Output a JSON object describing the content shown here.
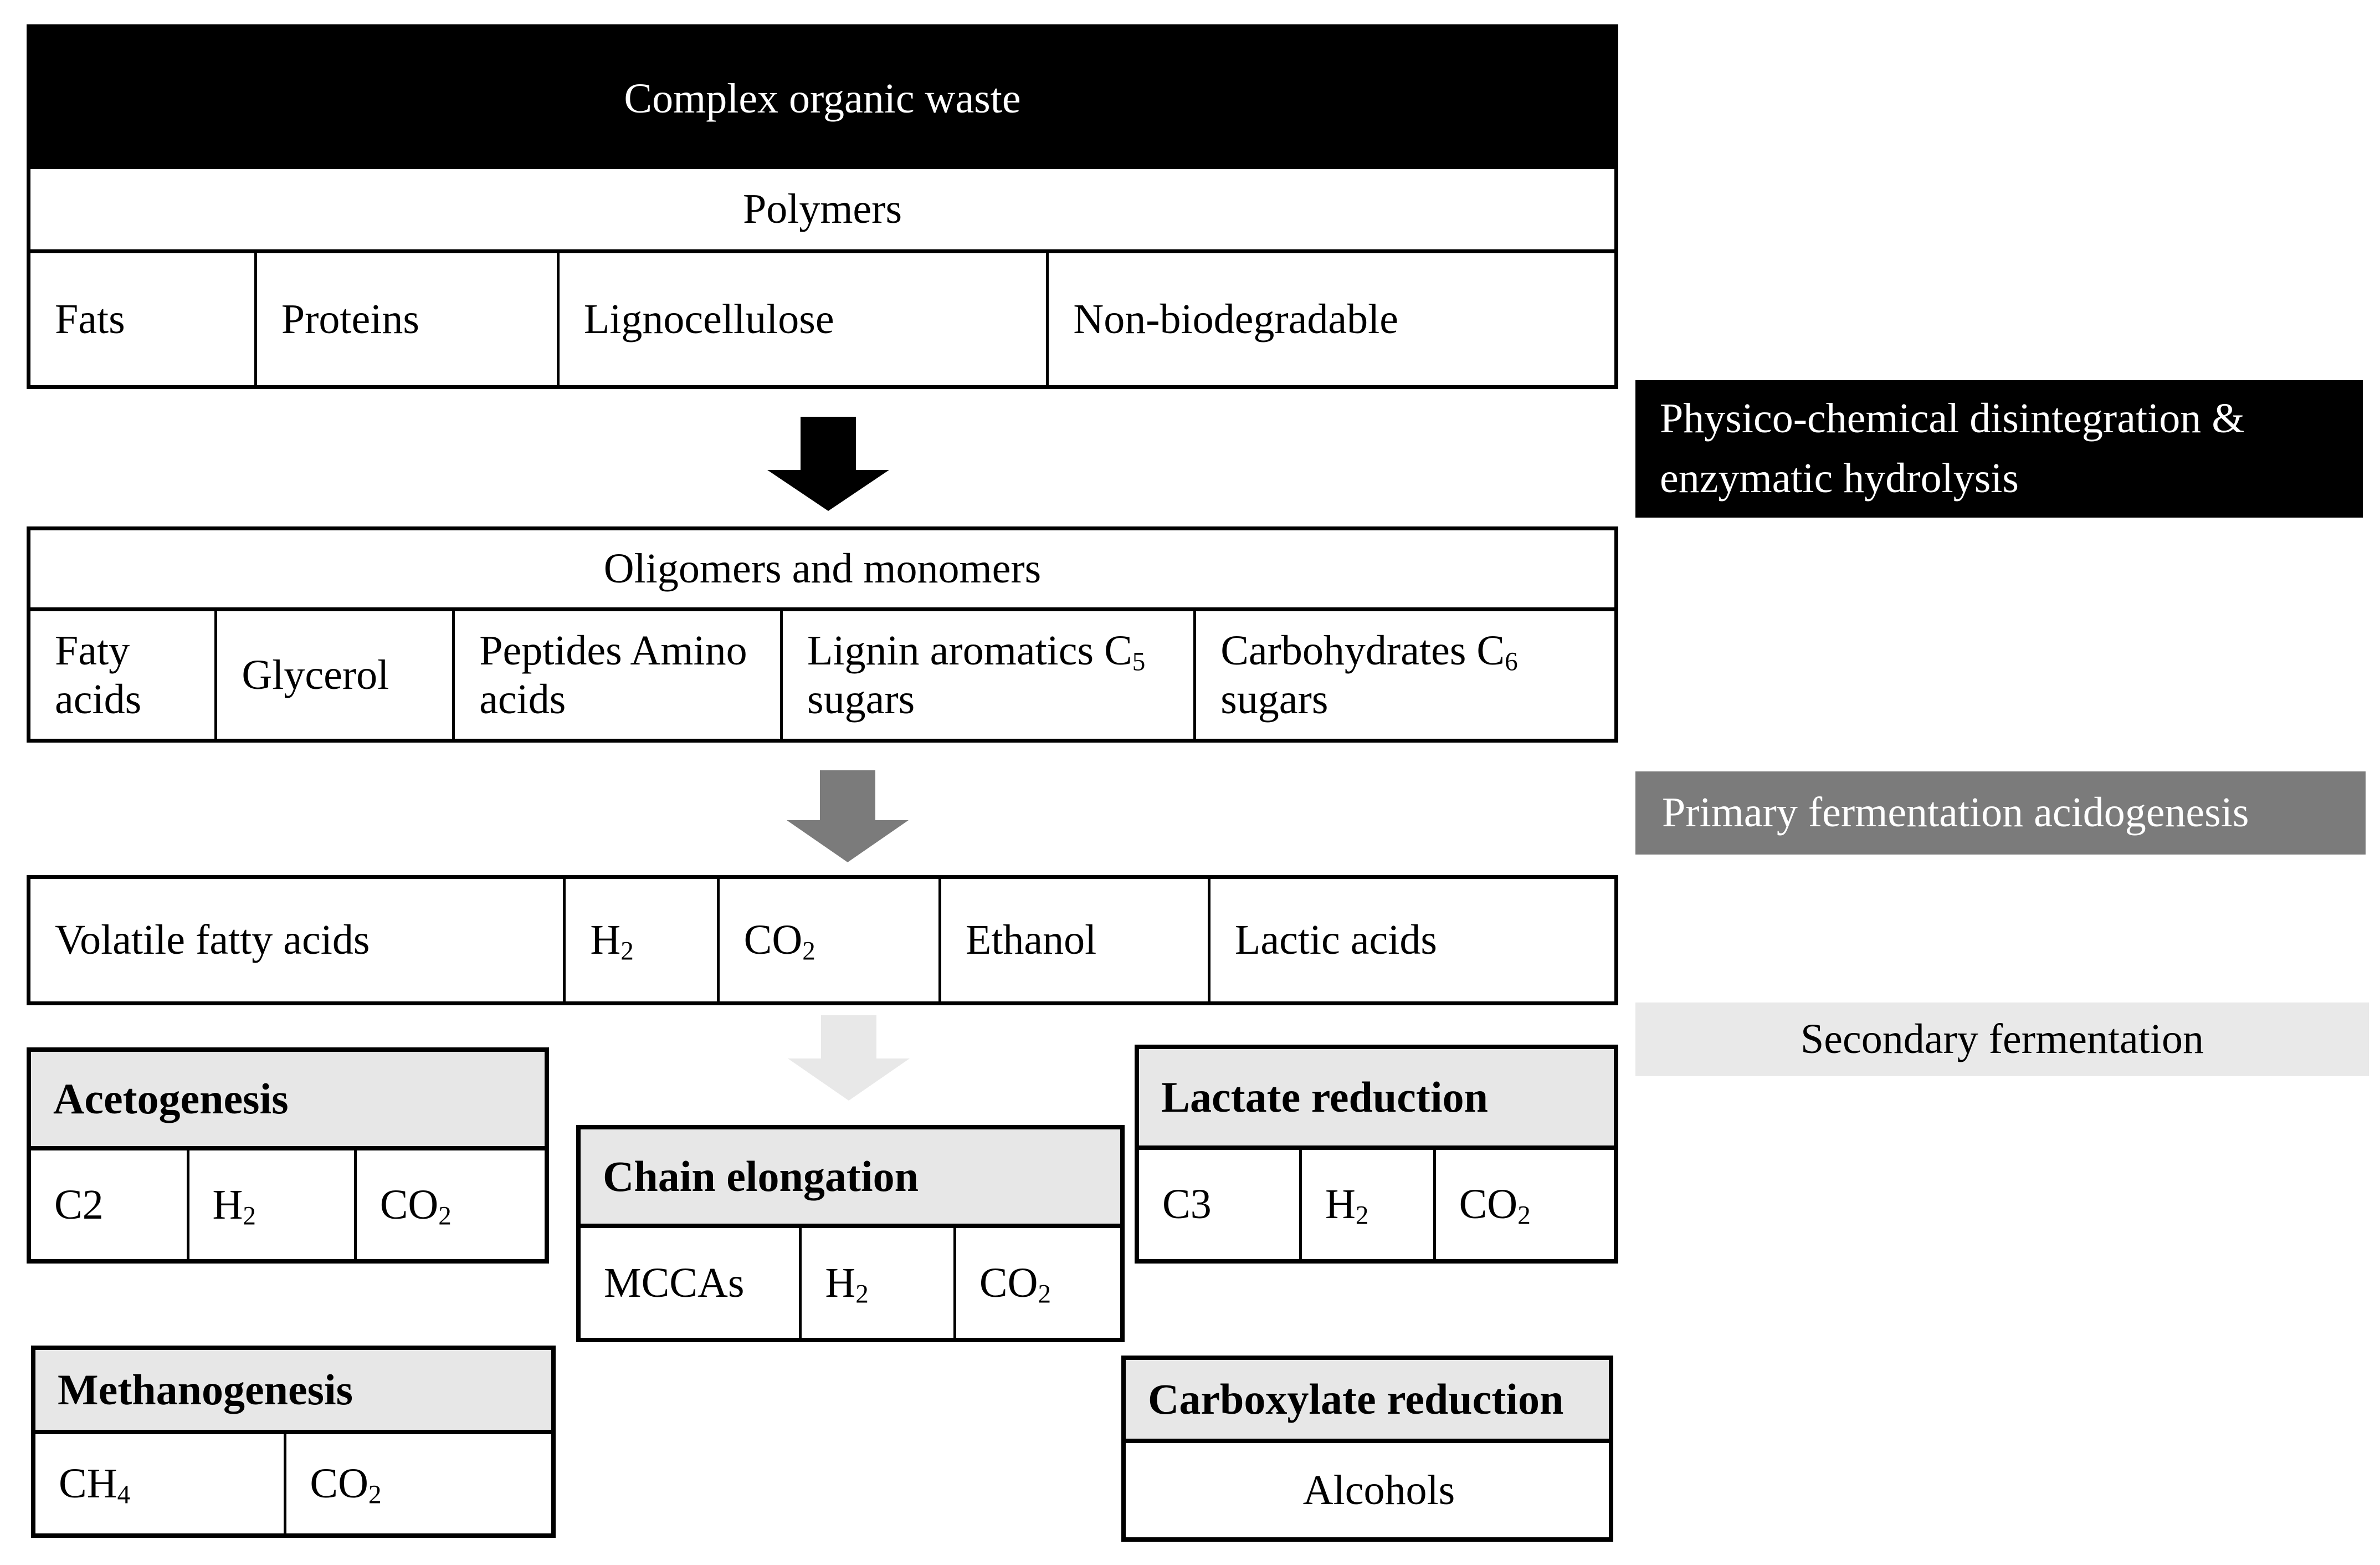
{
  "stage1": {
    "header": "Complex organic waste",
    "subheader": "Polymers",
    "cells": [
      "Fats",
      "Proteins",
      "Lignocellulose",
      "Non-biodegradable"
    ]
  },
  "stage2": {
    "header": "Oligomers and monomers",
    "cells": [
      "Faty acids",
      "Glycerol",
      "Peptides Amino acids",
      "Lignin aromatics C5 sugars",
      "Carbohydrates C6 sugars"
    ]
  },
  "stage3": {
    "cells": [
      "Volatile fatty acids",
      "H2",
      "CO2",
      "Ethanol",
      "Lactic acids"
    ]
  },
  "labels": {
    "hydrolysis": "Physico-chemical disintegration & enzymatic hydrolysis",
    "primary": "Primary fermentation acidogenesis",
    "secondary": "Secondary fermentation"
  },
  "processes": [
    {
      "name": "Acetogenesis",
      "products": [
        "C2",
        "H2",
        "CO2"
      ]
    },
    {
      "name": "Chain elongation",
      "products": [
        "MCCAs",
        "H2",
        "CO2"
      ]
    },
    {
      "name": "Lactate reduction",
      "products": [
        "C3",
        "H2",
        "CO2"
      ]
    },
    {
      "name": "Methanogenesis",
      "products": [
        "CH4",
        "CO2"
      ]
    },
    {
      "name": "Carboxylate reduction",
      "products": [
        "Alcohols"
      ]
    }
  ],
  "colors": {
    "emphasis_black": "#000000",
    "mid_gray": "#7b7b7b",
    "light_gray": "#e9e9e9",
    "box_header_fill": "#e7e7e7",
    "border": "#000000"
  }
}
